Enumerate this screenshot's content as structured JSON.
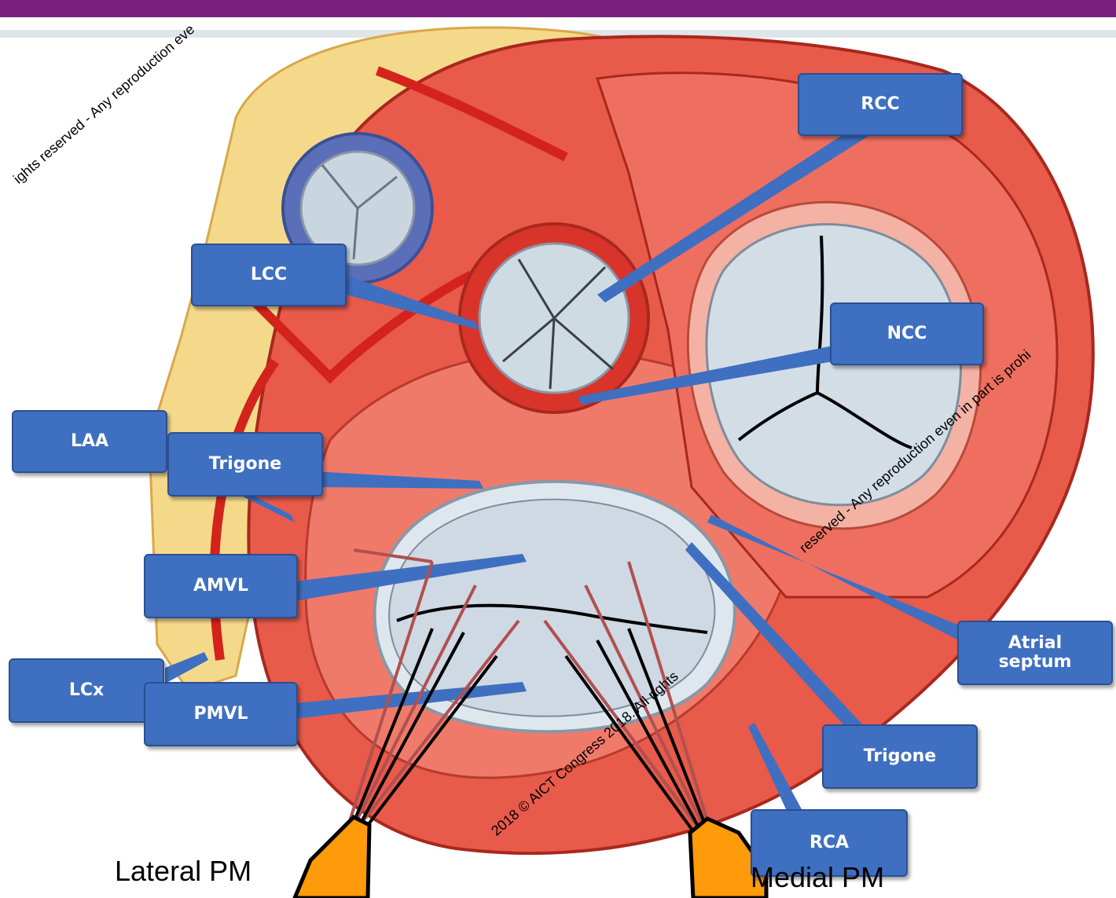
{
  "labels": {
    "rcc": "RCC",
    "lcc": "LCC",
    "ncc": "NCC",
    "laa": "LAA",
    "trigone_left": "Trigone",
    "amvl": "AMVL",
    "lcx": "LCx",
    "pmvl": "PMVL",
    "atrial_septum": "Atrial septum",
    "trigone_right": "Trigone",
    "rca": "RCA"
  },
  "papillary_muscles": {
    "lateral": "Lateral PM",
    "medial": "Medial PM"
  },
  "watermarks": {
    "top": "ights reserved - Any reproduction eve",
    "right": "reserved - Any reproduction even in part is prohi",
    "center": "2018 © AICT Congress 2018. All rights"
  },
  "colors": {
    "callout_fill": "#3f6fc0",
    "pm_fill": "#ff9a0a",
    "chord_red": "#b05050",
    "chord_black": "#000000"
  }
}
